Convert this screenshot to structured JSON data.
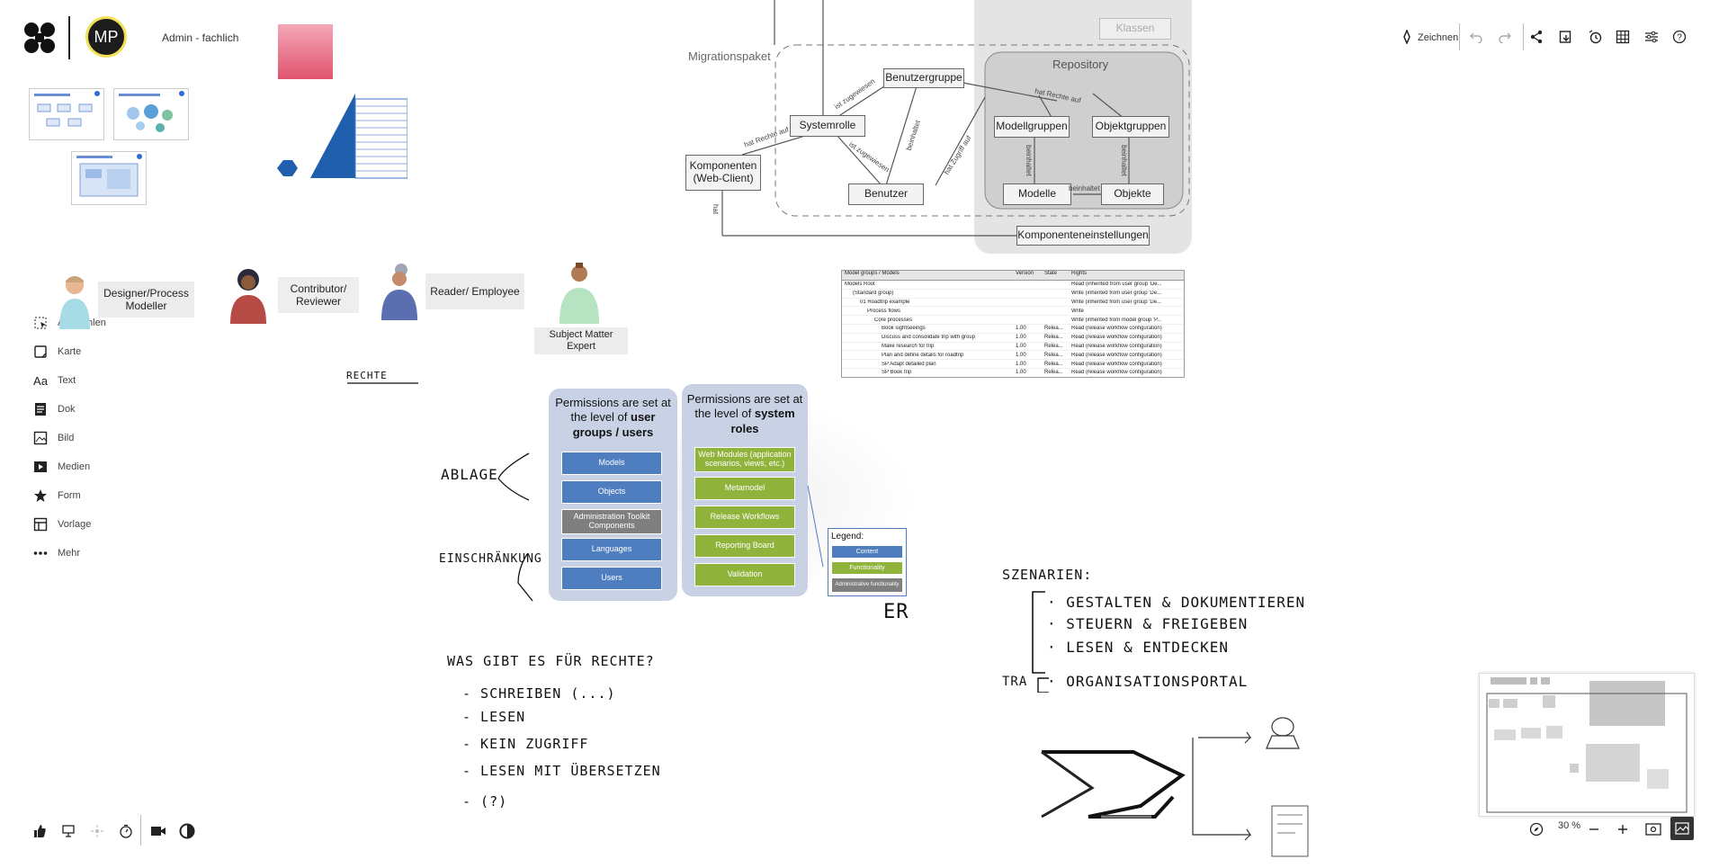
{
  "header": {
    "user_initials": "MP",
    "board_title": "Admin - fachlich"
  },
  "toolbar": {
    "draw_label": "Zeichnen"
  },
  "tools": [
    {
      "icon": "select-icon",
      "label": "Auswählen"
    },
    {
      "icon": "card-icon",
      "label": "Karte"
    },
    {
      "icon": "text-icon",
      "label": "Text"
    },
    {
      "icon": "doc-icon",
      "label": "Dok"
    },
    {
      "icon": "image-icon",
      "label": "Bild"
    },
    {
      "icon": "media-icon",
      "label": "Medien"
    },
    {
      "icon": "star-icon",
      "label": "Form"
    },
    {
      "icon": "template-icon",
      "label": "Vorlage"
    },
    {
      "icon": "more-icon",
      "label": "Mehr"
    }
  ],
  "text_icon_glyph": "Aa",
  "roles": [
    {
      "label": "Designer/Process Modeller"
    },
    {
      "label": "Contributor/ Reviewer"
    },
    {
      "label": "Reader/ Employee"
    },
    {
      "label": "Subject Matter Expert"
    }
  ],
  "diagram": {
    "migration_label": "Migrationspaket",
    "repository_label": "Repository",
    "boxes": {
      "classes": "Klassen",
      "user_group": "Benutzergruppe",
      "system_role": "Systemrolle",
      "components": "Komponenten (Web-Client)",
      "user": "Benutzer",
      "model_groups": "Modellgruppen",
      "object_groups": "Objektgruppen",
      "models": "Modelle",
      "objects": "Objekte",
      "component_settings": "Komponenteneinstellungen"
    },
    "edge_labels": {
      "is_assigned": "ist zugewiesen",
      "has_rights_on": "hat Rechte auf",
      "contains": "beinhaltet",
      "has_access_to": "hat Zugriff auf",
      "has": "hat"
    }
  },
  "table": {
    "headers": [
      "Model groups / Models",
      "Version",
      "State",
      "Rights"
    ],
    "rows": [
      {
        "name": "Models Root",
        "version": "",
        "state": "",
        "rights": "Read (inherited from user group 'De..."
      },
      {
        "name": "(Standard group)",
        "version": "",
        "state": "",
        "rights": "Write (inherited from user group 'De..."
      },
      {
        "name": "01 Roadtrip example",
        "version": "",
        "state": "",
        "rights": "Write (inherited from user group 'De..."
      },
      {
        "name": "Process flows",
        "version": "",
        "state": "",
        "rights": "Write"
      },
      {
        "name": "Core processes",
        "version": "",
        "state": "",
        "rights": "Write (inherited from model group 'P..."
      },
      {
        "name": "Book sightseeings",
        "version": "1.00",
        "state": "Relea...",
        "rights": "Read (release workflow configuration)"
      },
      {
        "name": "Discuss and consolidate trip with group",
        "version": "1.00",
        "state": "Relea...",
        "rights": "Read (release workflow configuration)"
      },
      {
        "name": "Make research for trip",
        "version": "1.00",
        "state": "Relea...",
        "rights": "Read (release workflow configuration)"
      },
      {
        "name": "Plan and define details for roadtrip",
        "version": "1.00",
        "state": "Relea...",
        "rights": "Read (release workflow configuration)"
      },
      {
        "name": "SP Adapt detailed plan",
        "version": "1.00",
        "state": "Relea...",
        "rights": "Read (release workflow configuration)"
      },
      {
        "name": "SP Book trip",
        "version": "1.00",
        "state": "Relea...",
        "rights": "Read (release workflow configuration)"
      }
    ]
  },
  "permissions": {
    "left_title_1": "Permissions are set at the level of ",
    "left_title_2": "user groups / users",
    "left_items": [
      "Models",
      "Objects",
      "Administration Toolkit Components",
      "Languages",
      "Users"
    ],
    "right_title_1": "Permissions are set at the level of ",
    "right_title_2": "system roles",
    "right_items": [
      "Web Modules (application scenarios, views, etc.)",
      "Metamodel",
      "Release Workflows",
      "Reporting Board",
      "Validation"
    ],
    "legend_title": "Legend:",
    "legend_items": [
      "Content",
      "Functionality",
      "Administrative functionality"
    ]
  },
  "handwriting": {
    "rechte": "RECHTE",
    "ablage": "ABLAGE",
    "einschraenkung": "EINSCHRÄNKUNG",
    "er": "ER",
    "question": "WAS GIBT ES FÜR RECHTE?",
    "rights_list": [
      "- SCHREIBEN (...)",
      "- LESEN",
      "- KEIN ZUGRIFF",
      "- LESEN MIT ÜBERSETZEN",
      "-   (?)"
    ],
    "scenarios_title": "SZENARIEN:",
    "scenarios": [
      "· GESTALTEN & DOKUMENTIEREN",
      "· STEUERN & FREIGEBEN",
      "· LESEN & ENTDECKEN"
    ],
    "portal_prefix": "TRA",
    "portal": "· ORGANISATIONSPORTAL"
  },
  "zoom": {
    "level": "30 %"
  },
  "colors": {
    "accent_yellow": "#f1e05a",
    "blue": "#4f7ec0",
    "green": "#8fb33b",
    "grey": "#7f7f7f",
    "panel": "#c9d2e5",
    "pink": "#e0546f"
  }
}
